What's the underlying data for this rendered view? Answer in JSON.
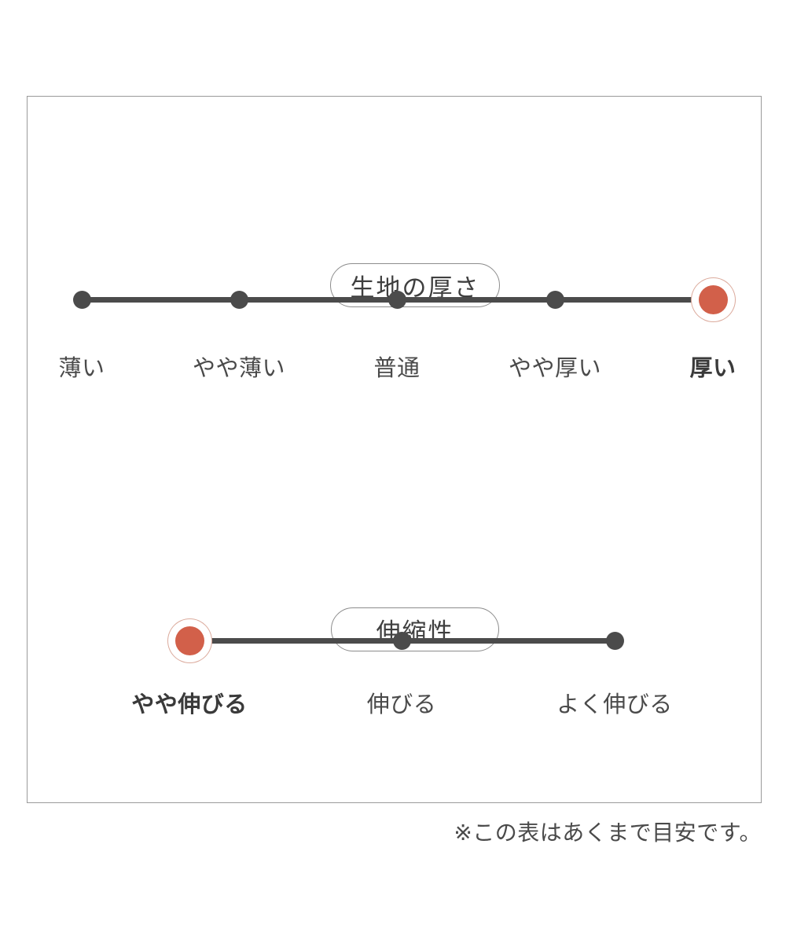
{
  "colors": {
    "accent": "#d2604a",
    "accent_ring": "#dbaa9c",
    "track": "#4b4b4b",
    "text": "#4a4a4a",
    "panel_border": "#9a9a9a",
    "pill_border": "#8c8c8c",
    "background": "#ffffff"
  },
  "chart_data": {
    "type": "scatter",
    "title": "",
    "charts": [
      {
        "id": "fabric-thickness",
        "title": "生地の厚さ",
        "type": "ordinal-scale",
        "categories": [
          "薄い",
          "やや薄い",
          "普通",
          "やや厚い",
          "厚い"
        ],
        "values": [
          1,
          2,
          3,
          4,
          5
        ],
        "selected_index": 4,
        "selected_value": "厚い",
        "xlabel": "",
        "ylabel": ""
      },
      {
        "id": "stretchiness",
        "title": "伸縮性",
        "type": "ordinal-scale",
        "categories": [
          "やや伸びる",
          "伸びる",
          "よく伸びる"
        ],
        "values": [
          1,
          2,
          3
        ],
        "selected_index": 0,
        "selected_value": "やや伸びる",
        "xlabel": "",
        "ylabel": ""
      }
    ]
  },
  "sections": {
    "thickness": {
      "pill_label": "生地の厚さ",
      "ticks": [
        {
          "label": "薄い",
          "active": false
        },
        {
          "label": "やや薄い",
          "active": false
        },
        {
          "label": "普通",
          "active": false
        },
        {
          "label": "やや厚い",
          "active": false
        },
        {
          "label": "厚い",
          "active": true
        }
      ]
    },
    "stretch": {
      "pill_label": "伸縮性",
      "ticks": [
        {
          "label": "やや伸びる",
          "active": true
        },
        {
          "label": "伸びる",
          "active": false
        },
        {
          "label": "よく伸びる",
          "active": false
        }
      ]
    }
  },
  "footnote": "※この表はあくまで目安です。"
}
